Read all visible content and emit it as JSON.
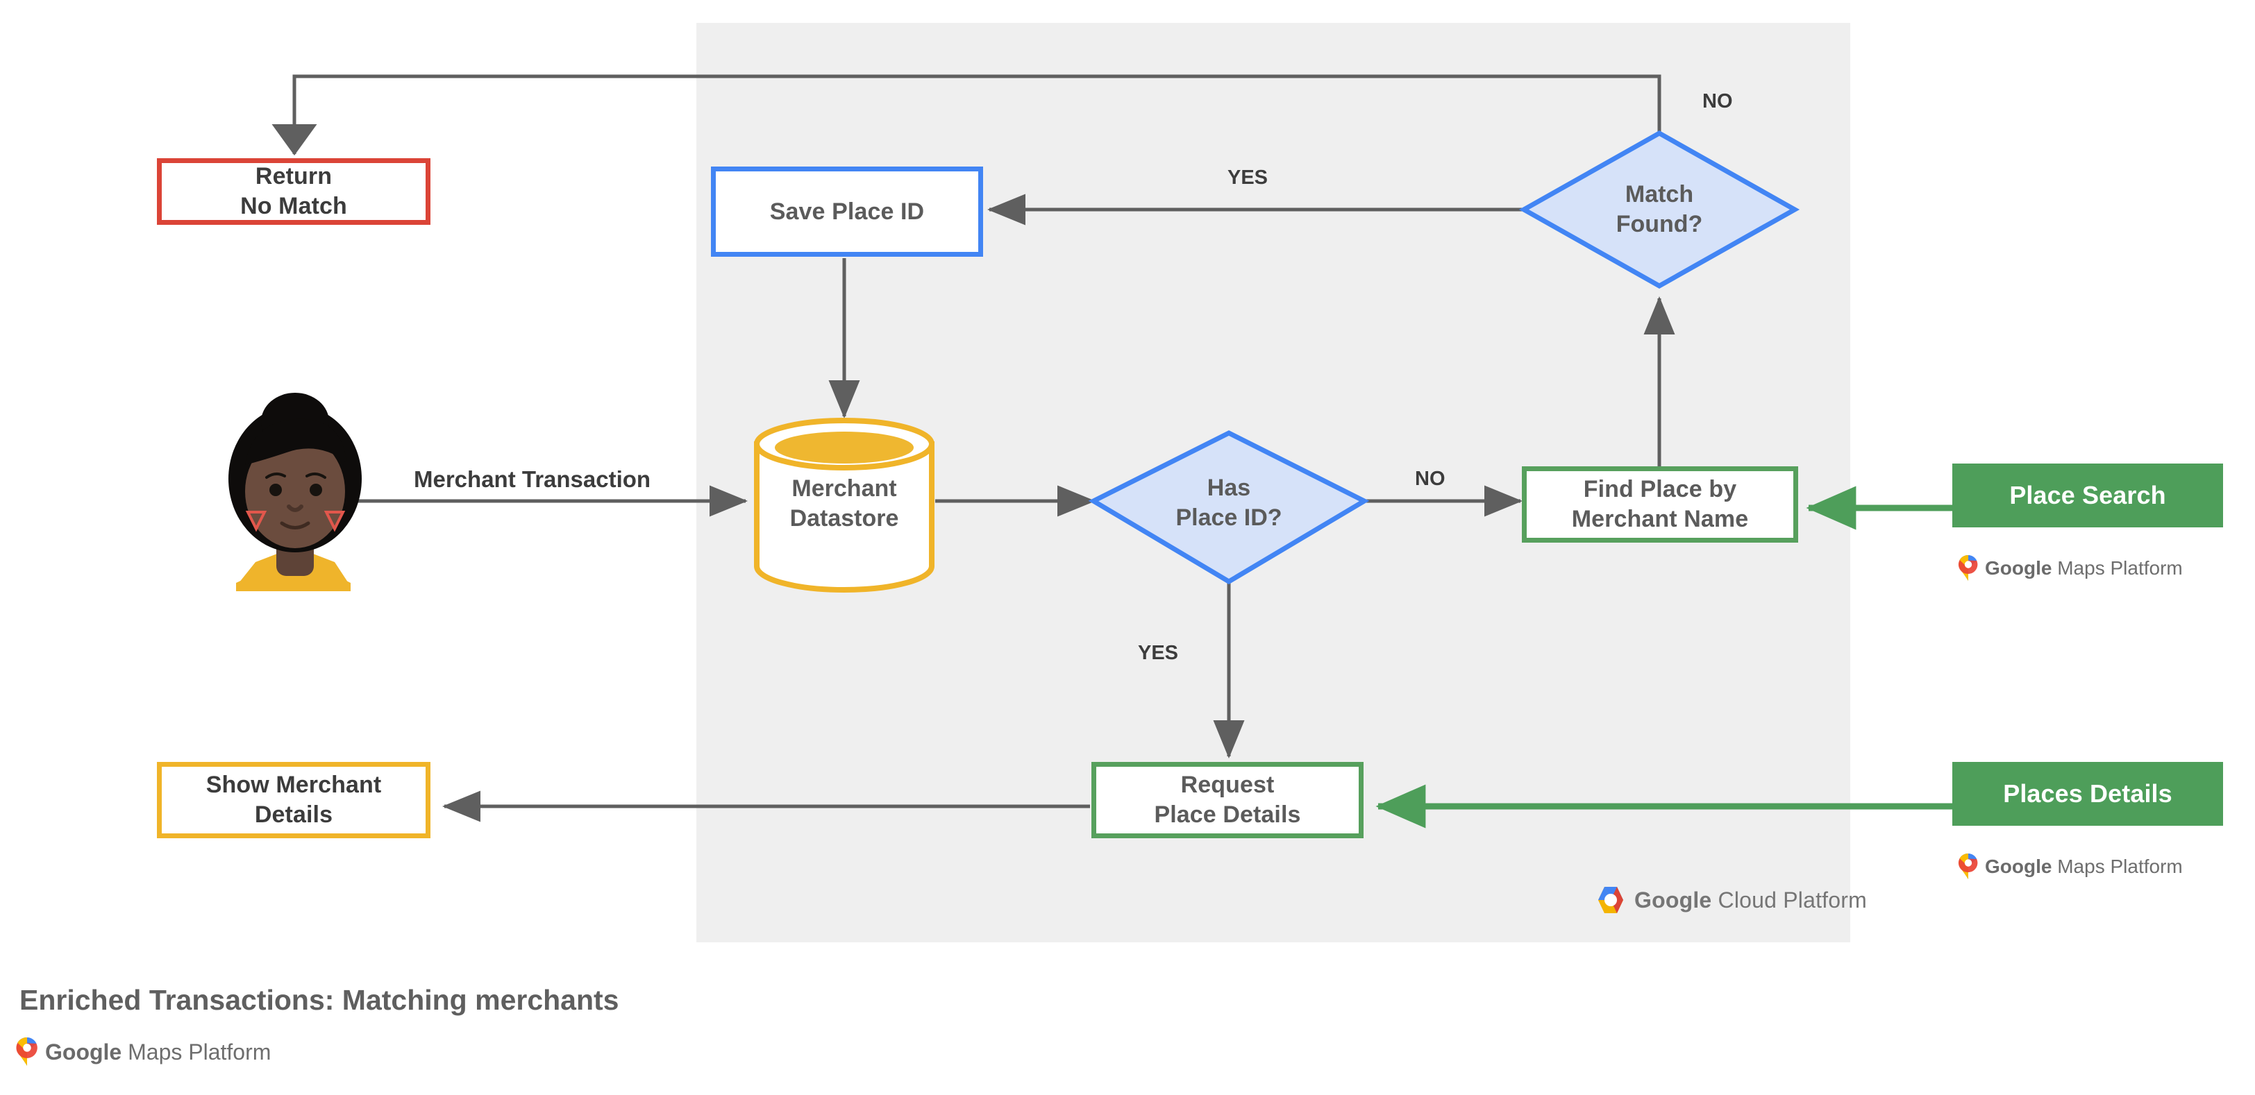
{
  "diagram": {
    "caption": "Enriched Transactions: Matching merchants",
    "panel": {
      "name": "google-cloud-platform-region"
    },
    "colors": {
      "blue": "#4285F4",
      "blue_fill": "#D6E2F9",
      "red": "#DB4437",
      "green_outline": "#57A05D",
      "green_solid": "#4E9E5A",
      "yellow": "#F0B429",
      "arrow_gray": "#5F5F5F",
      "panel_gray": "#EFEFEF",
      "text_gray": "#5B5B5B"
    },
    "nodes": {
      "return_no_match": {
        "label": "Return\nNo Match",
        "shape": "rect",
        "accent": "red"
      },
      "save_place_id": {
        "label": "Save Place ID",
        "shape": "rect",
        "accent": "blue"
      },
      "match_found": {
        "label": "Match\nFound?",
        "shape": "diamond",
        "accent": "blue"
      },
      "merchant_datastore": {
        "label": "Merchant\nDatastore",
        "shape": "cylinder",
        "accent": "yellow"
      },
      "has_place_id": {
        "label": "Has\nPlace ID?",
        "shape": "diamond",
        "accent": "blue"
      },
      "find_place_by_merchant_name": {
        "label": "Find Place by\nMerchant Name",
        "shape": "rect",
        "accent": "green"
      },
      "place_search": {
        "label": "Place Search",
        "shape": "rect",
        "accent": "green-solid"
      },
      "request_place_details": {
        "label": "Request\nPlace Details",
        "shape": "rect",
        "accent": "green"
      },
      "places_details": {
        "label": "Places Details",
        "shape": "rect",
        "accent": "green-solid"
      },
      "show_merchant_details": {
        "label": "Show Merchant\nDetails",
        "shape": "rect",
        "accent": "yellow"
      },
      "customer_avatar": {
        "label": "customer-avatar",
        "shape": "illustration"
      }
    },
    "edge_labels": {
      "merchant_transaction": "Merchant Transaction",
      "match_found_no": "NO",
      "match_found_yes": "YES",
      "has_place_id_no": "NO",
      "has_place_id_yes": "YES"
    },
    "logos": {
      "maps_platform_brand": "Google",
      "maps_platform_product": "Maps Platform",
      "cloud_platform_brand": "Google",
      "cloud_platform_product": "Cloud Platform"
    }
  }
}
